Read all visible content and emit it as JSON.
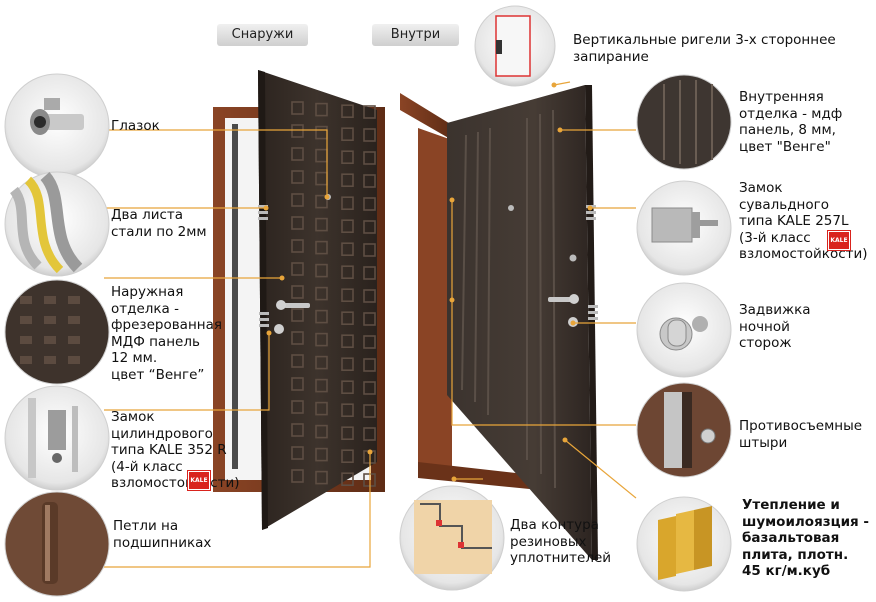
{
  "tabs": {
    "outside": "Снаружи",
    "inside": "Внутри"
  },
  "labels": {
    "peephole": "Глазок",
    "two_sheets": "Два листа\nстали по 2мм",
    "outer_finish": "Наружная\nотделка -\nфрезерованная\nМДФ панель\n12 мм.\nцвет “Венге”",
    "cylinder_lock": "Замок\nцилиндрового\nтипа KALE 352 R\n(4-й класс\nвзломостойкости)",
    "hinges": "Петли на\nподшипниках",
    "vertical_bolts": "Вертикальные ригели 3-х стороннее\nзапирание",
    "inner_finish": "Внутренняя\nотделка - мдф\nпанель, 8 мм,\nцвет \"Венге\"",
    "lever_lock": "Замок\nсувальдного\nтипа KALE 257L\n(3-й класс\nвзломостойкости)",
    "night_latch": "Задвижка\nночной\nсторож",
    "anti_removal_pins": "Противосъемные\nштыри",
    "two_seals": "Два контура\nрезиновых\nуплотнителей",
    "insulation": "Утепление и\nшумоилоязция -\nбазальтовая\nплита, плотн.\n45 кг/м.куб"
  },
  "badges": {
    "kale": "KALE"
  },
  "colors": {
    "leader": "#e8a53a",
    "door": "#3a2f29",
    "frame": "#7a3b1e",
    "badge": "#d9231d"
  }
}
